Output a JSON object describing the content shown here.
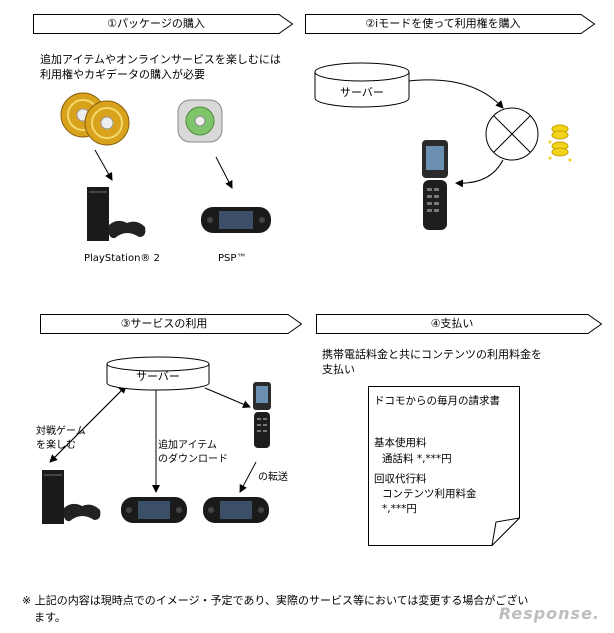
{
  "banners": {
    "b1": "①パッケージの購入",
    "b2": "②iモードを使って利用権を購入",
    "b3": "③サービスの利用",
    "b4": "④支払い"
  },
  "section1": {
    "desc_line1": "追加アイテムやオンラインサービスを楽しむには",
    "desc_line2": "利用権やカギデータの購入が必要",
    "ps2_label": "PlayStation® 2",
    "psp_label": "PSP™"
  },
  "section2": {
    "server_label": "サーバー"
  },
  "section3": {
    "server_label": "サーバー",
    "vs_line1": "対戦ゲーム",
    "vs_line2": "を楽しむ",
    "dl_line1": "追加アイテム",
    "dl_line2": "のダウンロード",
    "transfer_label": "の転送"
  },
  "section4": {
    "desc_line1": "携帯電話料金と共にコンテンツの利用料金を",
    "desc_line2": "支払い",
    "bill": {
      "title": "ドコモからの毎月の請求書",
      "basic": "基本使用料",
      "call": "通話料 *,***円",
      "agency": "回収代行料",
      "content": "コンテンツ利用料金",
      "amount": "*,***円"
    }
  },
  "footer": {
    "line1": "※ 上記の内容は現時点でのイメージ・予定であり、実際のサービス等においては変更する場合がござい",
    "line2": "ます。"
  },
  "watermark": "Response.",
  "colors": {
    "disc_gold": "#d9a21c",
    "coin": "#f2d21b",
    "device": "#1a1a1a",
    "screen": "#6b8fb0"
  }
}
